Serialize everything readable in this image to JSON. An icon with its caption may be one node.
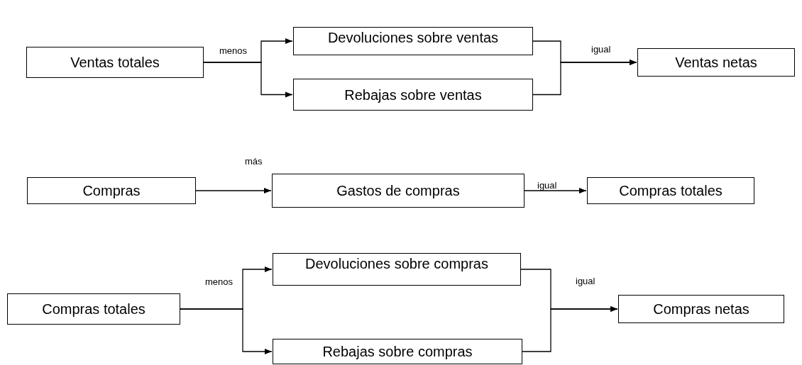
{
  "diagram": {
    "nodes": [
      {
        "text": [
          "Ventas totales"
        ]
      },
      {
        "text": [
          "Devoluciones sobre ventas"
        ]
      },
      {
        "text": [
          "Rebajas sobre ventas"
        ]
      },
      {
        "text": [
          "Ventas netas"
        ]
      },
      {
        "text": [
          "Compras"
        ]
      },
      {
        "text": [
          "Gastos de compras"
        ]
      },
      {
        "text": [
          "Compras totales"
        ]
      },
      {
        "text": [
          "Compras totales"
        ]
      },
      {
        "text": [
          "Devoluciones sobre compras"
        ]
      },
      {
        "text": [
          "Rebajas sobre compras"
        ]
      },
      {
        "text": [
          "Compras netas"
        ]
      }
    ],
    "edges": [
      {
        "from": 0,
        "to": 1,
        "arrow": "to"
      },
      {
        "from": 0,
        "to": 2,
        "arrow": "to"
      },
      {
        "from": 1,
        "to": 3,
        "arrow": "to"
      },
      {
        "from": 2,
        "to": 3,
        "arrow": "to"
      },
      {
        "from": 4,
        "to": 5,
        "arrow": "to"
      },
      {
        "from": 5,
        "to": 6,
        "arrow": "to"
      },
      {
        "from": 7,
        "to": 8,
        "arrow": "to"
      },
      {
        "from": 7,
        "to": 9,
        "arrow": "to"
      },
      {
        "from": 8,
        "to": 10,
        "arrow": "to"
      },
      {
        "from": 9,
        "to": 10,
        "arrow": "to"
      }
    ],
    "labels": [
      "menos",
      "igual",
      "más",
      "igual",
      "menos",
      "igual"
    ]
  }
}
